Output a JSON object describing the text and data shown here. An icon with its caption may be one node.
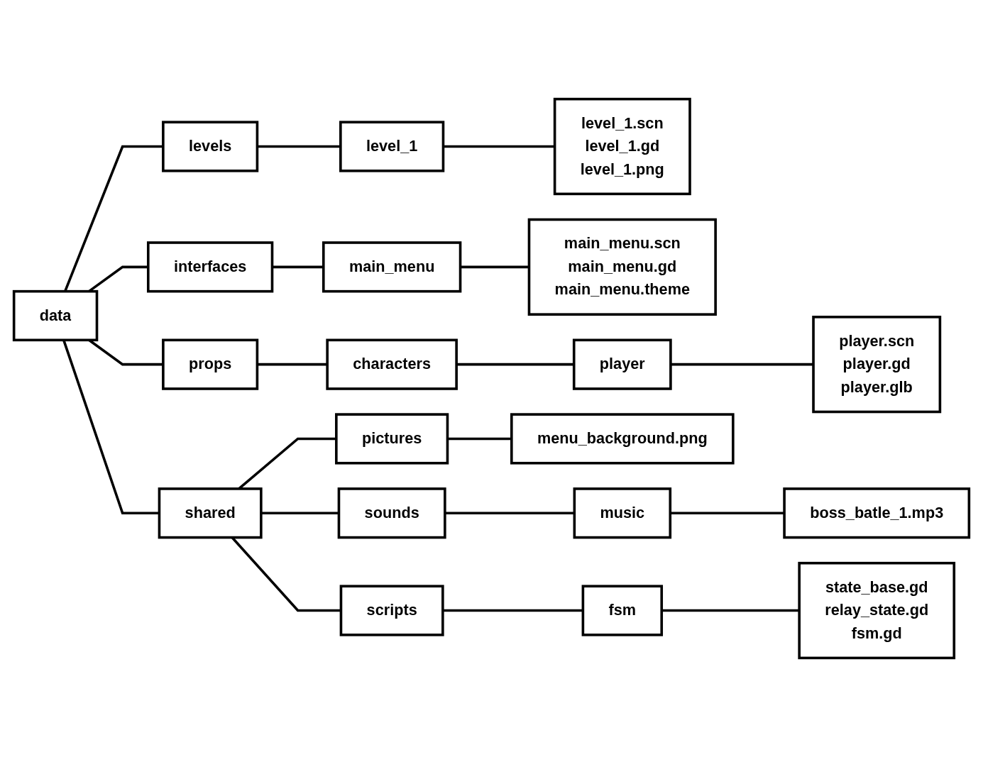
{
  "diagram": {
    "nodes": [
      {
        "text": [
          "data"
        ]
      },
      {
        "text": [
          "levels"
        ]
      },
      {
        "text": [
          "level_1"
        ]
      },
      {
        "text": [
          "level_1.scn",
          "level_1.gd",
          "level_1.png"
        ]
      },
      {
        "text": [
          "interfaces"
        ]
      },
      {
        "text": [
          "main_menu"
        ]
      },
      {
        "text": [
          "main_menu.scn",
          "main_menu.gd",
          "main_menu.theme"
        ]
      },
      {
        "text": [
          "props"
        ]
      },
      {
        "text": [
          "characters"
        ]
      },
      {
        "text": [
          "player"
        ]
      },
      {
        "text": [
          "player.scn",
          "player.gd",
          "player.glb"
        ]
      },
      {
        "text": [
          "shared"
        ]
      },
      {
        "text": [
          "pictures"
        ]
      },
      {
        "text": [
          "menu_background.png"
        ]
      },
      {
        "text": [
          "sounds"
        ]
      },
      {
        "text": [
          "music"
        ]
      },
      {
        "text": [
          "boss_batle_1.mp3"
        ]
      },
      {
        "text": [
          "scripts"
        ]
      },
      {
        "text": [
          "fsm"
        ]
      },
      {
        "text": [
          "state_base.gd",
          "relay_state.gd",
          "fsm.gd"
        ]
      }
    ],
    "edges": [
      {
        "from": 0,
        "to": 1,
        "arrow": "none"
      },
      {
        "from": 1,
        "to": 2,
        "arrow": "none"
      },
      {
        "from": 2,
        "to": 3,
        "arrow": "none"
      },
      {
        "from": 0,
        "to": 4,
        "arrow": "none"
      },
      {
        "from": 4,
        "to": 5,
        "arrow": "none"
      },
      {
        "from": 5,
        "to": 6,
        "arrow": "none"
      },
      {
        "from": 0,
        "to": 7,
        "arrow": "none"
      },
      {
        "from": 7,
        "to": 8,
        "arrow": "none"
      },
      {
        "from": 8,
        "to": 9,
        "arrow": "none"
      },
      {
        "from": 9,
        "to": 10,
        "arrow": "none"
      },
      {
        "from": 0,
        "to": 11,
        "arrow": "none"
      },
      {
        "from": 11,
        "to": 12,
        "arrow": "none"
      },
      {
        "from": 12,
        "to": 13,
        "arrow": "none"
      },
      {
        "from": 11,
        "to": 14,
        "arrow": "none"
      },
      {
        "from": 14,
        "to": 15,
        "arrow": "none"
      },
      {
        "from": 15,
        "to": 16,
        "arrow": "none"
      },
      {
        "from": 11,
        "to": 17,
        "arrow": "none"
      },
      {
        "from": 17,
        "to": 18,
        "arrow": "none"
      },
      {
        "from": 18,
        "to": 19,
        "arrow": "none"
      }
    ]
  }
}
